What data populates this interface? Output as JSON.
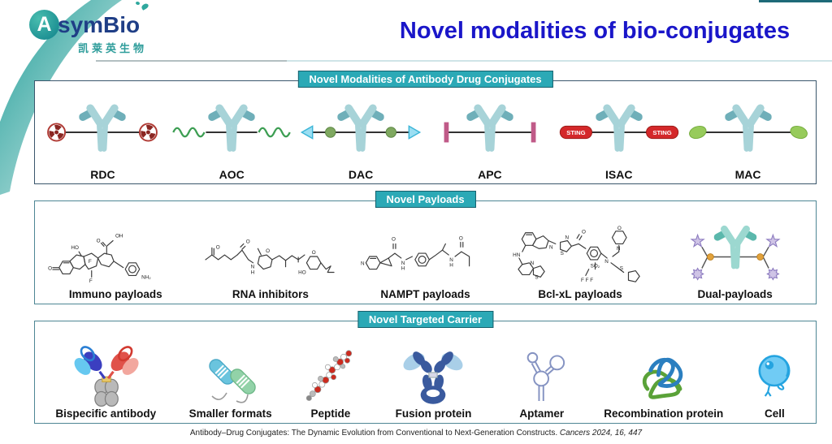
{
  "logo": {
    "brand_a": "A",
    "brand_rest": "symBio",
    "subtitle": "凯莱英生物"
  },
  "title": "Novel modalities of bio-conjugates",
  "panels": [
    {
      "header": "Novel Modalities of Antibody Drug Conjugates",
      "items": [
        {
          "label": "RDC"
        },
        {
          "label": "AOC"
        },
        {
          "label": "DAC"
        },
        {
          "label": "APC"
        },
        {
          "label": "ISAC",
          "tag": "STING"
        },
        {
          "label": "MAC"
        }
      ]
    },
    {
      "header": "Novel Payloads",
      "items": [
        {
          "label": "Immuno payloads"
        },
        {
          "label": "RNA inhibitors"
        },
        {
          "label": "NAMPT payloads"
        },
        {
          "label": "Bcl-xL payloads"
        },
        {
          "label": "Dual-payloads"
        }
      ]
    },
    {
      "header": "Novel Targeted Carrier",
      "items": [
        {
          "label": "Bispecific antibody"
        },
        {
          "label": "Smaller formats"
        },
        {
          "label": "Peptide"
        },
        {
          "label": "Fusion protein"
        },
        {
          "label": "Aptamer"
        },
        {
          "label": "Recombination protein"
        },
        {
          "label": "Cell"
        }
      ]
    }
  ],
  "footer": {
    "citation": "Antibody–Drug Conjugates: The Dynamic Evolution from Conventional to Next-Generation Constructs.",
    "citation_source": "Cancers 2024, 16, 447"
  },
  "colors": {
    "accent_teal": "#2BA9B6",
    "title_blue": "#1A16C9",
    "panel_border_dark": "#3A566C",
    "panel_border_teal": "#4E8694",
    "sting_red": "#D4282A",
    "brand_navy": "#1F3E86",
    "antibody_light": "#A7D3D8"
  }
}
